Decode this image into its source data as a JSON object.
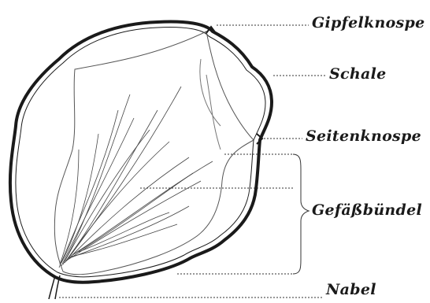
{
  "labels": {
    "apical_bud": "Gipfelknospe",
    "shell": "Schale",
    "lateral_bud": "Seitenknospe",
    "vascular_bundles": "Gefäßbündel",
    "hilum": "Nabel"
  },
  "colors": {
    "ink": "#1a1a1a",
    "paper": "#ffffff"
  }
}
